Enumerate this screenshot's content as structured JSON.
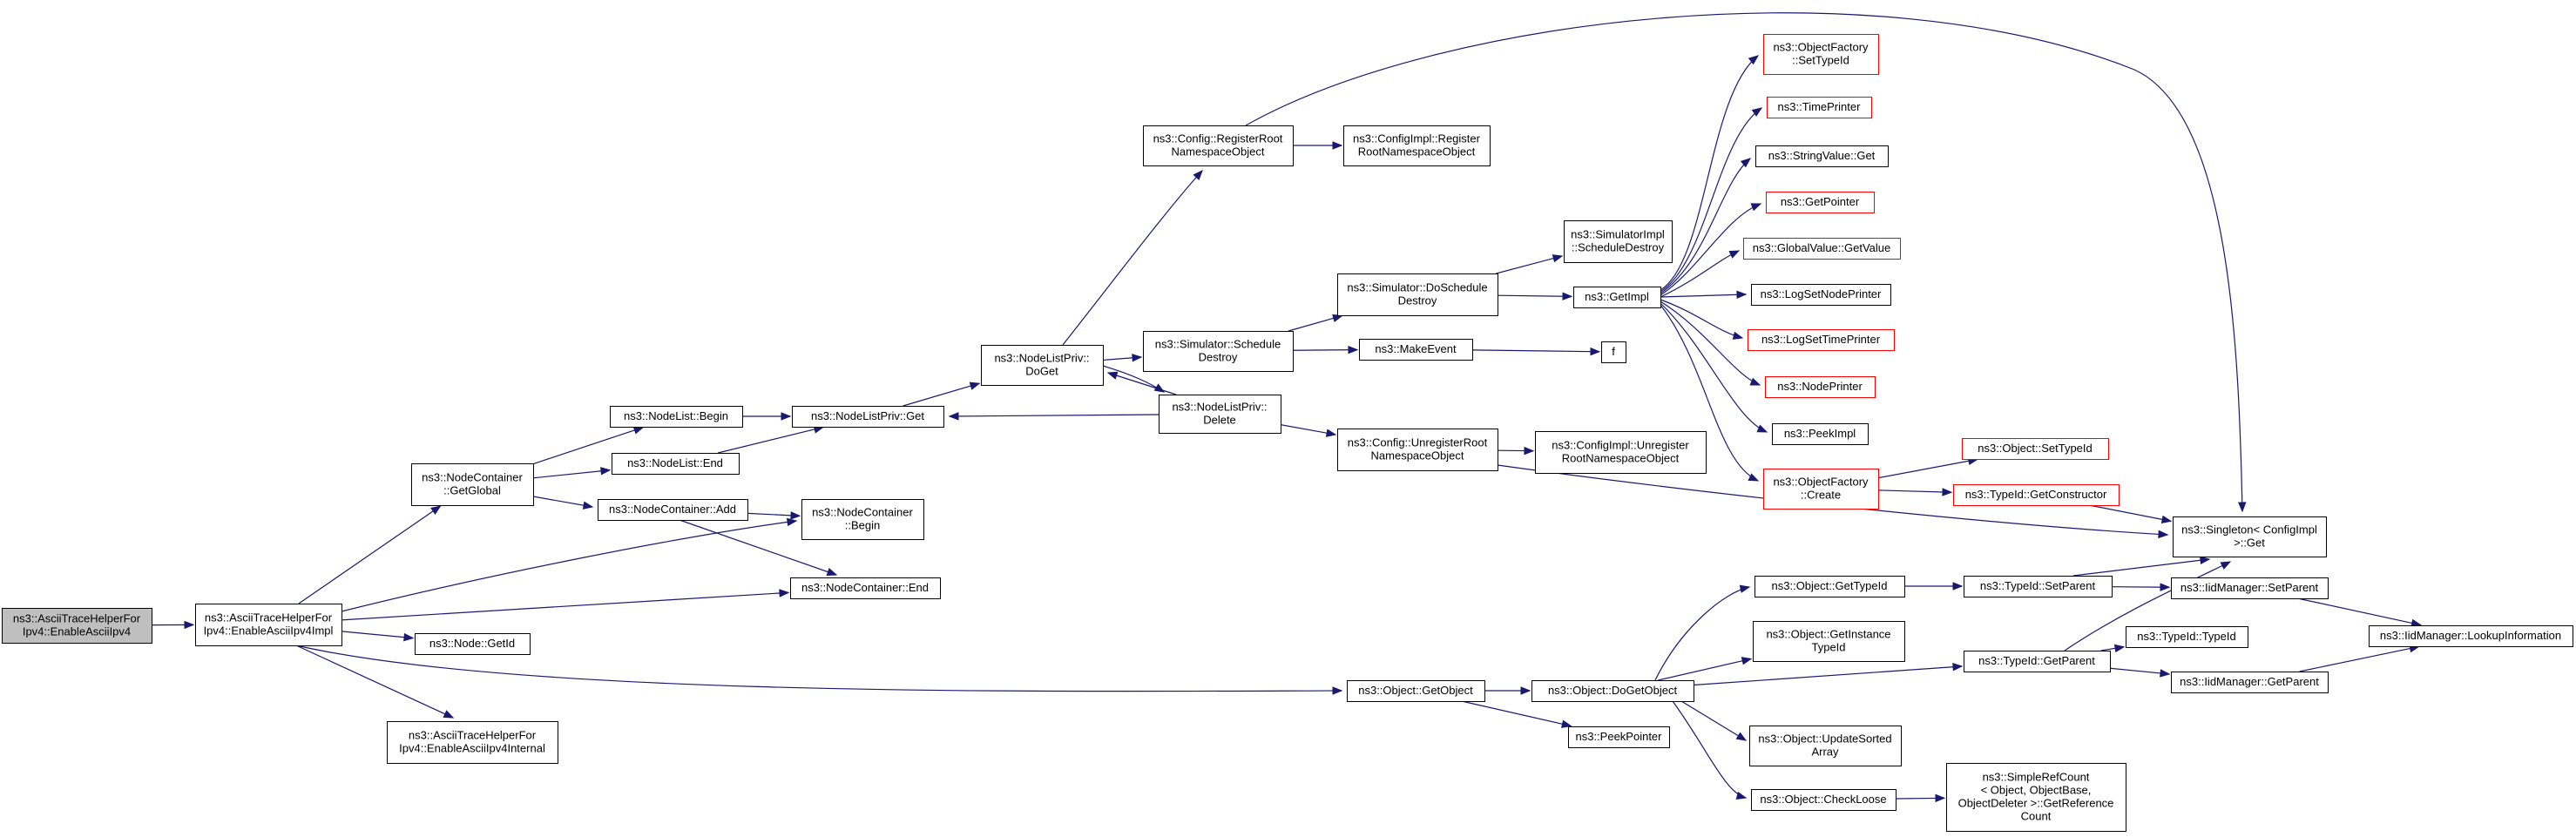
{
  "diagram": {
    "colors": {
      "edge": "#191970",
      "box_border": "#000000",
      "truncated_border": "#ff0000",
      "root_fill": "#bfbfbf",
      "box_fill": "#ffffff"
    },
    "nodes": [
      {
        "id": "root",
        "lines": [
          "ns3::AsciiTraceHelperFor",
          "Ipv4::EnableAsciiIpv4"
        ],
        "kind": "root"
      },
      {
        "id": "impl",
        "lines": [
          "ns3::AsciiTraceHelperFor",
          "Ipv4::EnableAsciiIpv4Impl"
        ],
        "kind": "normal"
      },
      {
        "id": "nc_getglobal",
        "lines": [
          "ns3::NodeContainer",
          "::GetGlobal"
        ],
        "kind": "normal"
      },
      {
        "id": "nl_begin",
        "lines": [
          "ns3::NodeList::Begin"
        ],
        "kind": "normal"
      },
      {
        "id": "nl_end",
        "lines": [
          "ns3::NodeList::End"
        ],
        "kind": "normal"
      },
      {
        "id": "nc_add",
        "lines": [
          "ns3::NodeContainer::Add"
        ],
        "kind": "normal"
      },
      {
        "id": "nc_begin",
        "lines": [
          "ns3::NodeContainer",
          "::Begin"
        ],
        "kind": "normal"
      },
      {
        "id": "nc_end",
        "lines": [
          "ns3::NodeContainer::End"
        ],
        "kind": "normal"
      },
      {
        "id": "node_getid",
        "lines": [
          "ns3::Node::GetId"
        ],
        "kind": "normal"
      },
      {
        "id": "internal",
        "lines": [
          "ns3::AsciiTraceHelperFor",
          "Ipv4::EnableAsciiIpv4Internal"
        ],
        "kind": "normal"
      },
      {
        "id": "nlp_get",
        "lines": [
          "ns3::NodeListPriv::Get"
        ],
        "kind": "normal"
      },
      {
        "id": "nlp_doget",
        "lines": [
          "ns3::NodeListPriv::",
          "DoGet"
        ],
        "kind": "normal"
      },
      {
        "id": "nlp_delete",
        "lines": [
          "ns3::NodeListPriv::",
          "Delete"
        ],
        "kind": "normal"
      },
      {
        "id": "cfg_register",
        "lines": [
          "ns3::Config::RegisterRoot",
          "NamespaceObject"
        ],
        "kind": "normal"
      },
      {
        "id": "cfgimpl_register",
        "lines": [
          "ns3::ConfigImpl::Register",
          "RootNamespaceObject"
        ],
        "kind": "normal"
      },
      {
        "id": "sim_schedule",
        "lines": [
          "ns3::Simulator::Schedule",
          "Destroy"
        ],
        "kind": "normal"
      },
      {
        "id": "sim_doschedule",
        "lines": [
          "ns3::Simulator::DoSchedule",
          "Destroy"
        ],
        "kind": "normal"
      },
      {
        "id": "simimpl_destroy",
        "lines": [
          "ns3::SimulatorImpl",
          "::ScheduleDestroy"
        ],
        "kind": "normal"
      },
      {
        "id": "getimpl",
        "lines": [
          "ns3::GetImpl"
        ],
        "kind": "normal"
      },
      {
        "id": "makeevent",
        "lines": [
          "ns3::MakeEvent"
        ],
        "kind": "normal"
      },
      {
        "id": "f",
        "lines": [
          "f"
        ],
        "kind": "normal"
      },
      {
        "id": "cfg_unregister",
        "lines": [
          "ns3::Config::UnregisterRoot",
          "NamespaceObject"
        ],
        "kind": "normal"
      },
      {
        "id": "cfgimpl_unregister",
        "lines": [
          "ns3::ConfigImpl::Unregister",
          "RootNamespaceObject"
        ],
        "kind": "normal"
      },
      {
        "id": "of_settypeid",
        "lines": [
          "ns3::ObjectFactory",
          "::SetTypeId"
        ],
        "kind": "truncated"
      },
      {
        "id": "timeprinter",
        "lines": [
          "ns3::TimePrinter"
        ],
        "kind": "truncated"
      },
      {
        "id": "stringvalue_get",
        "lines": [
          "ns3::StringValue::Get"
        ],
        "kind": "normal"
      },
      {
        "id": "getpointer",
        "lines": [
          "ns3::GetPointer"
        ],
        "kind": "truncated"
      },
      {
        "id": "globalvalue_getvalue",
        "lines": [
          "ns3::GlobalValue::GetValue"
        ],
        "kind": "truncated"
      },
      {
        "id": "logsetnodeprinter",
        "lines": [
          "ns3::LogSetNodePrinter"
        ],
        "kind": "normal"
      },
      {
        "id": "logsettimeprinter",
        "lines": [
          "ns3::LogSetTimePrinter"
        ],
        "kind": "truncated"
      },
      {
        "id": "nodeprinter",
        "lines": [
          "ns3::NodePrinter"
        ],
        "kind": "truncated"
      },
      {
        "id": "peekimpl",
        "lines": [
          "ns3::PeekImpl"
        ],
        "kind": "normal"
      },
      {
        "id": "of_create",
        "lines": [
          "ns3::ObjectFactory",
          "::Create"
        ],
        "kind": "truncated"
      },
      {
        "id": "object_settypeid",
        "lines": [
          "ns3::Object::SetTypeId"
        ],
        "kind": "truncated"
      },
      {
        "id": "typeid_getconstructor",
        "lines": [
          "ns3::TypeId::GetConstructor"
        ],
        "kind": "truncated"
      },
      {
        "id": "singleton_get",
        "lines": [
          "ns3::Singleton< ConfigImpl",
          " >::Get"
        ],
        "kind": "normal"
      },
      {
        "id": "obj_gettypeid",
        "lines": [
          "ns3::Object::GetTypeId"
        ],
        "kind": "normal"
      },
      {
        "id": "obj_getinstancetypeid",
        "lines": [
          "ns3::Object::GetInstance",
          "TypeId"
        ],
        "kind": "normal"
      },
      {
        "id": "obj_getobject",
        "lines": [
          "ns3::Object::GetObject"
        ],
        "kind": "normal"
      },
      {
        "id": "obj_dogetobject",
        "lines": [
          "ns3::Object::DoGetObject"
        ],
        "kind": "normal"
      },
      {
        "id": "peekpointer",
        "lines": [
          "ns3::PeekPointer"
        ],
        "kind": "normal"
      },
      {
        "id": "obj_updatesorted",
        "lines": [
          "ns3::Object::UpdateSorted",
          "Array"
        ],
        "kind": "normal"
      },
      {
        "id": "obj_checkloose",
        "lines": [
          "ns3::Object::CheckLoose"
        ],
        "kind": "normal"
      },
      {
        "id": "simplerefcount",
        "lines": [
          "ns3::SimpleRefCount",
          "< Object, ObjectBase,",
          "ObjectDeleter >::GetReference",
          "Count"
        ],
        "kind": "normal"
      },
      {
        "id": "typeid_setparent",
        "lines": [
          "ns3::TypeId::SetParent"
        ],
        "kind": "normal"
      },
      {
        "id": "typeid_getparent",
        "lines": [
          "ns3::TypeId::GetParent"
        ],
        "kind": "normal"
      },
      {
        "id": "typeid_typeid",
        "lines": [
          "ns3::TypeId::TypeId"
        ],
        "kind": "normal"
      },
      {
        "id": "iid_setparent",
        "lines": [
          "ns3::IidManager::SetParent"
        ],
        "kind": "normal"
      },
      {
        "id": "iid_getparent",
        "lines": [
          "ns3::IidManager::GetParent"
        ],
        "kind": "normal"
      },
      {
        "id": "iid_lookup",
        "lines": [
          "ns3::IidManager::LookupInformation"
        ],
        "kind": "normal"
      }
    ],
    "edges": [
      {
        "from": "root",
        "to": "impl"
      },
      {
        "from": "impl",
        "to": "nc_getglobal"
      },
      {
        "from": "impl",
        "to": "nc_begin"
      },
      {
        "from": "impl",
        "to": "nc_end"
      },
      {
        "from": "impl",
        "to": "node_getid"
      },
      {
        "from": "impl",
        "to": "internal"
      },
      {
        "from": "impl",
        "to": "obj_getobject"
      },
      {
        "from": "nc_getglobal",
        "to": "nl_begin"
      },
      {
        "from": "nc_getglobal",
        "to": "nl_end"
      },
      {
        "from": "nc_getglobal",
        "to": "nc_add"
      },
      {
        "from": "nc_add",
        "to": "nc_begin"
      },
      {
        "from": "nc_add",
        "to": "nc_end"
      },
      {
        "from": "nl_begin",
        "to": "nlp_get"
      },
      {
        "from": "nl_end",
        "to": "nlp_get"
      },
      {
        "from": "nlp_get",
        "to": "nlp_doget"
      },
      {
        "from": "nlp_doget",
        "to": "cfg_register"
      },
      {
        "from": "nlp_doget",
        "to": "sim_schedule"
      },
      {
        "from": "nlp_doget",
        "to": "nlp_delete"
      },
      {
        "from": "nlp_delete",
        "to": "nlp_get"
      },
      {
        "from": "nlp_delete",
        "to": "nlp_doget"
      },
      {
        "from": "nlp_delete",
        "to": "cfg_unregister"
      },
      {
        "from": "cfg_register",
        "to": "cfgimpl_register"
      },
      {
        "from": "cfg_register",
        "to": "singleton_get"
      },
      {
        "from": "sim_schedule",
        "to": "sim_doschedule"
      },
      {
        "from": "sim_schedule",
        "to": "makeevent"
      },
      {
        "from": "sim_doschedule",
        "to": "simimpl_destroy"
      },
      {
        "from": "sim_doschedule",
        "to": "getimpl"
      },
      {
        "from": "makeevent",
        "to": "f"
      },
      {
        "from": "cfg_unregister",
        "to": "cfgimpl_unregister"
      },
      {
        "from": "cfg_unregister",
        "to": "singleton_get"
      },
      {
        "from": "getimpl",
        "to": "of_settypeid"
      },
      {
        "from": "getimpl",
        "to": "timeprinter"
      },
      {
        "from": "getimpl",
        "to": "stringvalue_get"
      },
      {
        "from": "getimpl",
        "to": "getpointer"
      },
      {
        "from": "getimpl",
        "to": "globalvalue_getvalue"
      },
      {
        "from": "getimpl",
        "to": "logsetnodeprinter"
      },
      {
        "from": "getimpl",
        "to": "logsettimeprinter"
      },
      {
        "from": "getimpl",
        "to": "nodeprinter"
      },
      {
        "from": "getimpl",
        "to": "peekimpl"
      },
      {
        "from": "getimpl",
        "to": "of_create"
      },
      {
        "from": "of_create",
        "to": "object_settypeid"
      },
      {
        "from": "of_create",
        "to": "typeid_getconstructor"
      },
      {
        "from": "typeid_getconstructor",
        "to": "singleton_get"
      },
      {
        "from": "obj_getobject",
        "to": "obj_dogetobject"
      },
      {
        "from": "obj_getobject",
        "to": "peekpointer"
      },
      {
        "from": "obj_dogetobject",
        "to": "obj_gettypeid"
      },
      {
        "from": "obj_dogetobject",
        "to": "obj_getinstancetypeid"
      },
      {
        "from": "obj_dogetobject",
        "to": "typeid_getparent"
      },
      {
        "from": "obj_dogetobject",
        "to": "obj_updatesorted"
      },
      {
        "from": "obj_dogetobject",
        "to": "obj_checkloose"
      },
      {
        "from": "obj_checkloose",
        "to": "simplerefcount"
      },
      {
        "from": "obj_gettypeid",
        "to": "typeid_setparent"
      },
      {
        "from": "typeid_setparent",
        "to": "singleton_get"
      },
      {
        "from": "typeid_setparent",
        "to": "iid_setparent"
      },
      {
        "from": "typeid_getparent",
        "to": "singleton_get"
      },
      {
        "from": "typeid_getparent",
        "to": "typeid_typeid"
      },
      {
        "from": "typeid_getparent",
        "to": "iid_getparent"
      },
      {
        "from": "iid_setparent",
        "to": "iid_lookup"
      },
      {
        "from": "iid_getparent",
        "to": "iid_lookup"
      }
    ]
  }
}
